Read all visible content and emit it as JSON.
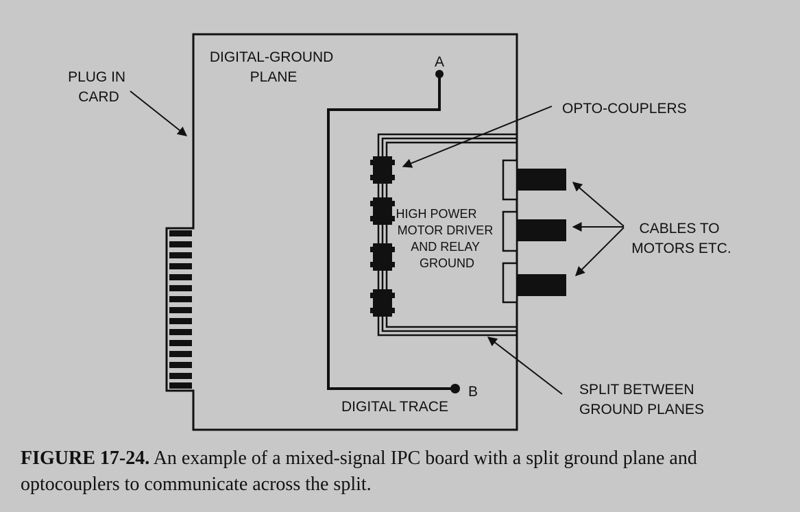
{
  "labels": {
    "plug_in_card": [
      "PLUG IN",
      "CARD"
    ],
    "digital_ground_plane": [
      "DIGITAL-GROUND",
      "PLANE"
    ],
    "point_a": "A",
    "point_b": "B",
    "opto_couplers": "OPTO-COUPLERS",
    "high_power_ground": [
      "HIGH POWER",
      "MOTOR DRIVER",
      "AND RELAY",
      "GROUND"
    ],
    "cables_to_motors": [
      "CABLES TO",
      "MOTORS ETC."
    ],
    "digital_trace": "DIGITAL TRACE",
    "split_between": [
      "SPLIT BETWEEN",
      "GROUND PLANES"
    ]
  },
  "caption": {
    "number": "FIGURE 17-24.",
    "text": " An example of a mixed-signal IPC board with a split ground plane and optocouplers to communicate across the split."
  }
}
